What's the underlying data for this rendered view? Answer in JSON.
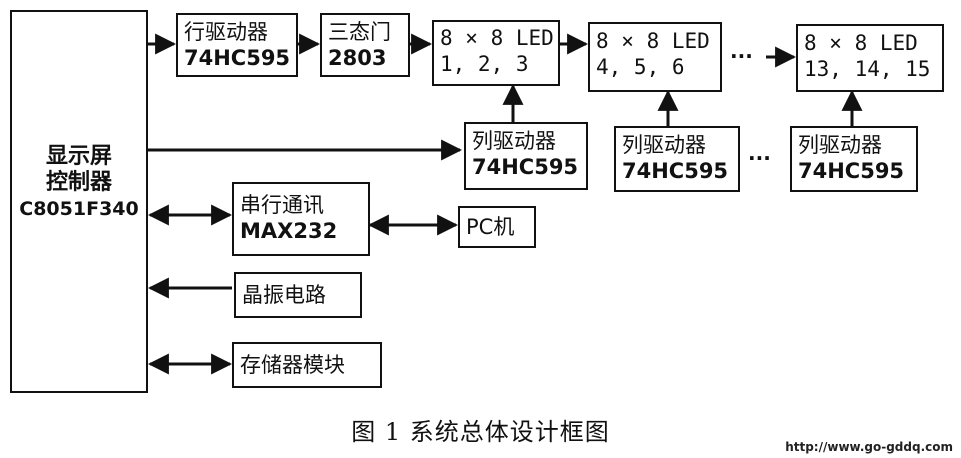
{
  "controller": {
    "line1": "显示屏",
    "line2": "控制器",
    "line3": "C8051F340"
  },
  "row_driver": {
    "line1": "行驱动器",
    "line2": "74HC595"
  },
  "tristate": {
    "line1": "三态门",
    "line2": "2803"
  },
  "led_blocks": [
    {
      "line1": "8 × 8 LED",
      "line2": "1, 2, 3"
    },
    {
      "line1": "8 × 8 LED",
      "line2": "4, 5, 6"
    },
    {
      "line1": "8 × 8 LED",
      "line2": "13, 14, 15"
    }
  ],
  "col_drivers": [
    {
      "line1": "列驱动器",
      "line2": "74HC595"
    },
    {
      "line1": "列驱动器",
      "line2": "74HC595"
    },
    {
      "line1": "列驱动器",
      "line2": "74HC595"
    }
  ],
  "serial": {
    "line1": "串行通讯",
    "line2": "MAX232"
  },
  "pc": {
    "label": "PC机"
  },
  "crystal": {
    "label": "晶振电路"
  },
  "memory": {
    "label": "存储器模块"
  },
  "ellipsis_top": "···",
  "ellipsis_bottom": "···",
  "caption": "图 1   系统总体设计框图",
  "watermark": "http://www.go-gddq.com"
}
